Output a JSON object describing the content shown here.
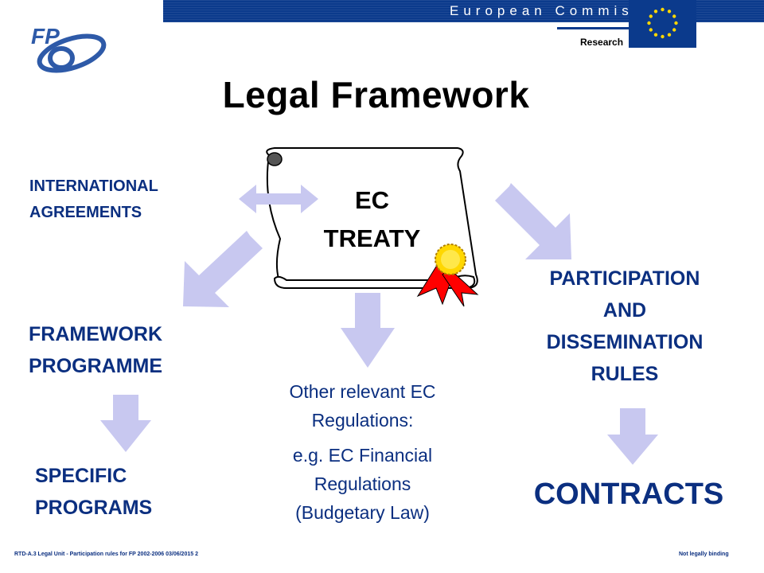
{
  "header": {
    "banner_text": "European Commission",
    "research_text": "Research",
    "logo_text": "FP6",
    "colors": {
      "banner": "#0b3a8c",
      "flag_star": "#ffd700",
      "arrow": "#c8c8f0",
      "text": "#0b2f80"
    }
  },
  "title": "Legal Framework",
  "nodes": {
    "treaty_line1": "EC",
    "treaty_line2": "TREATY",
    "intl_line1": "INTERNATIONAL",
    "intl_line2": "AGREEMENTS",
    "framework_line1": "FRAMEWORK",
    "framework_line2": "PROGRAMME",
    "specific_line1": "SPECIFIC",
    "specific_line2": "PROGRAMS",
    "participation_line1": "PARTICIPATION",
    "participation_line2": "AND",
    "participation_line3": "DISSEMINATION",
    "participation_line4": "RULES",
    "contracts": "CONTRACTS",
    "other_line1": "Other relevant EC",
    "other_line2": "Regulations:",
    "other_line3": "e.g. EC Financial",
    "other_line4": "Regulations",
    "other_line5": "(Budgetary Law)"
  },
  "footer": {
    "left": "RTD-A.3 Legal Unit - Participation rules for FP 2002-2006   03/06/2015   2",
    "right": "Not legally binding"
  }
}
